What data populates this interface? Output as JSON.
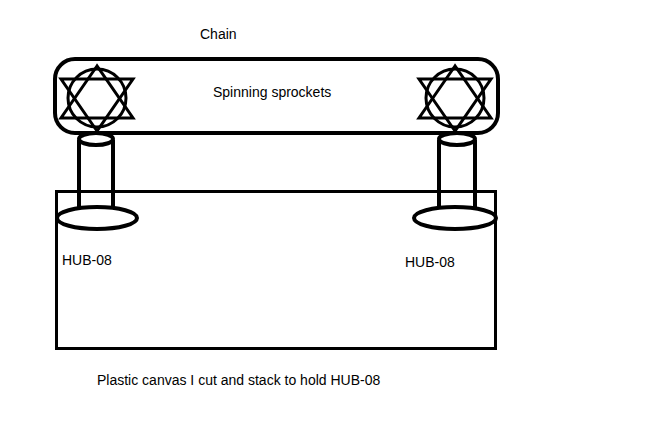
{
  "diagram": {
    "nodes": [
      {
        "text": [
          "Spinning sprockets"
        ]
      },
      {
        "text": [
          "HUB-08",
          "HUB-08"
        ]
      }
    ],
    "labels": [
      "Chain",
      "Plastic canvas I cut and stack to hold HUB-08"
    ]
  }
}
